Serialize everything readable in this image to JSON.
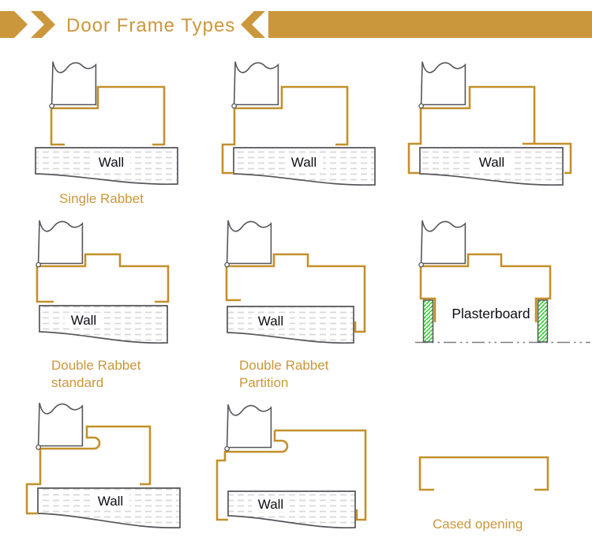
{
  "header": {
    "title": "Door Frame Types"
  },
  "colors": {
    "accent": "#CB973C",
    "profile_line": "#C3902B",
    "diagram_outline": "#55565A",
    "text_dark": "#0D0D14",
    "green_hatch": "#2ECC2E",
    "wall_hatch": "#D9D9D9",
    "centerline_gray": "#7F7F7F",
    "background": "#FFFFFF"
  },
  "diagrams": {
    "single_rabbet": {
      "label": "Single Rabbet",
      "wall_label": "Wall"
    },
    "single_rabbet_wrap_left": {
      "wall_label": "Wall"
    },
    "single_rabbet_wrap_both": {
      "wall_label": "Wall"
    },
    "double_rabbet_standard": {
      "label_line1": "Double Rabbet",
      "label_line2": "standard",
      "wall_label": "Wall"
    },
    "double_rabbet_partition": {
      "label_line1": "Double Rabbet",
      "label_line2": "Partition",
      "wall_label": "Wall"
    },
    "double_rabbet_plasterboard": {
      "board_label": "Plasterboard"
    },
    "rounded_rabbet_wrap_left": {
      "wall_label": "Wall"
    },
    "rounded_rabbet_wrap_both": {
      "wall_label": "Wall"
    },
    "cased_opening": {
      "label": "Cased opening"
    }
  }
}
